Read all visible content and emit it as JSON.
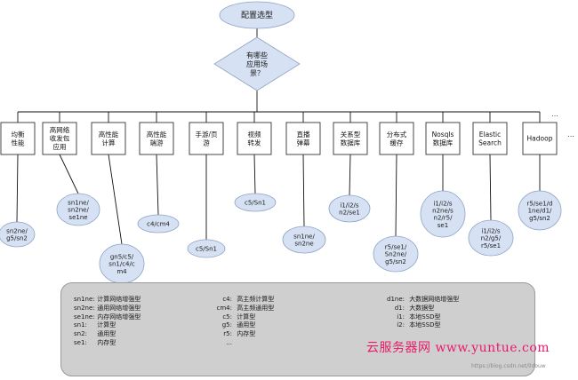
{
  "root": {
    "label": "配置选型"
  },
  "question": {
    "lines": [
      "有哪些",
      "应用场",
      "景？"
    ]
  },
  "branch_more": "...",
  "scenarios": [
    {
      "id": "balance",
      "lines": [
        "均衡",
        "性能"
      ],
      "type_lines": [
        "sn2ne/",
        "g5/sn2"
      ]
    },
    {
      "id": "network",
      "lines": [
        "高网络",
        "收发包",
        "应用"
      ],
      "type_lines": [
        "sn1ne/",
        "sn2ne/",
        "se1ne"
      ]
    },
    {
      "id": "compute",
      "lines": [
        "高性能",
        "计算"
      ],
      "type_lines": [
        "gn5/c5/",
        "sn1/c4/c",
        "m4"
      ]
    },
    {
      "id": "frontend",
      "lines": [
        "高性能",
        "端游"
      ],
      "type_lines": [
        "c4/cm4"
      ]
    },
    {
      "id": "mobile",
      "lines": [
        "手游/页",
        "游"
      ],
      "type_lines": [
        "c5/Sn1"
      ]
    },
    {
      "id": "video",
      "lines": [
        "视频",
        "转发"
      ],
      "type_lines": [
        "c5/Sn1"
      ]
    },
    {
      "id": "live",
      "lines": [
        "直播",
        "弹幕"
      ],
      "type_lines": [
        "sn1ne/",
        "sn2ne"
      ]
    },
    {
      "id": "rdb",
      "lines": [
        "关系型",
        "数据库"
      ],
      "type_lines": [
        "i1/i2/s",
        "n2/se1"
      ]
    },
    {
      "id": "cache",
      "lines": [
        "分布式",
        "缓存"
      ],
      "type_lines": [
        "r5/se1/",
        "Sn2ne/",
        "g5/sn2"
      ]
    },
    {
      "id": "nosql",
      "lines": [
        "Nosqls",
        "数据库"
      ],
      "type_lines": [
        "i1/i2/s",
        "n2ne/s",
        "n2/r5/",
        "se1"
      ]
    },
    {
      "id": "es",
      "lines": [
        "Elastic",
        "Search"
      ],
      "type_lines": [
        "i1/i2/s",
        "n2/g5/",
        "r5/se1"
      ]
    },
    {
      "id": "hadoop",
      "lines": [
        "Hadoop"
      ],
      "type_lines": [
        "r5/se1/d",
        "1ne/d1/",
        "g5/sn2"
      ]
    }
  ],
  "legend": {
    "col_a": [
      {
        "code": "sn1ne:",
        "desc": "计算网络增强型"
      },
      {
        "code": "sn2ne:",
        "desc": "通用网络增强型"
      },
      {
        "code": "se1ne:",
        "desc": "内存网络增强型"
      },
      {
        "code": "sn1:",
        "desc": "计算型"
      },
      {
        "code": "sn2:",
        "desc": "通用型"
      },
      {
        "code": "se1:",
        "desc": "内存型"
      }
    ],
    "col_b": [
      {
        "code": "c4:",
        "desc": "高主频计算型"
      },
      {
        "code": "cm4:",
        "desc": "高主频通用型"
      },
      {
        "code": "c5:",
        "desc": "计算型"
      },
      {
        "code": "g5:",
        "desc": "通用型"
      },
      {
        "code": "r5:",
        "desc": "内存型"
      },
      {
        "code": "...",
        "desc": ""
      }
    ],
    "col_c": [
      {
        "code": "d1ne:",
        "desc": "大数据网络增强型"
      },
      {
        "code": "d1:",
        "desc": "大数据型"
      },
      {
        "code": "i1:",
        "desc": "本地SSD型"
      },
      {
        "code": "i2:",
        "desc": "本地SSD型"
      }
    ]
  },
  "brand": "云服务器网 www.yuntue.com",
  "watermark": "https://blog.csdn.net/lldouw",
  "colors": {
    "oval_fill": "#d6e2f3",
    "legend_bg": "#cfcfcf",
    "brand": "#ea1a6a"
  }
}
